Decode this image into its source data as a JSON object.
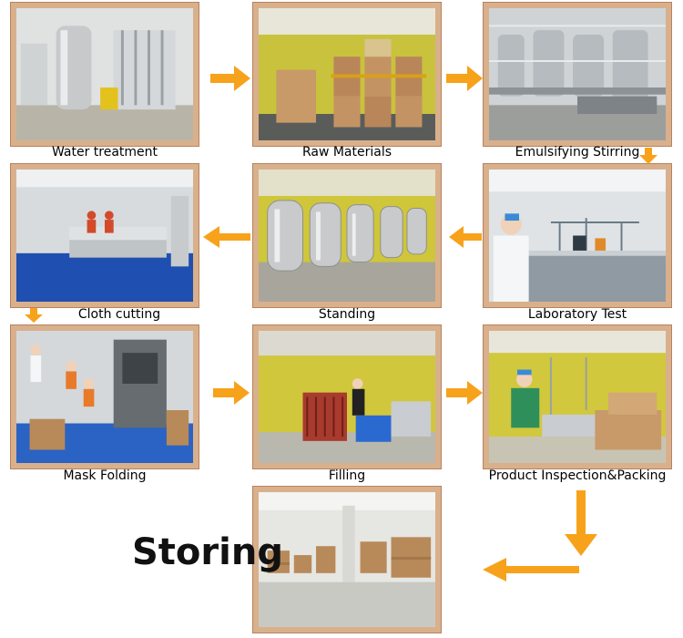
{
  "steps": {
    "water_treatment": "Water treatment",
    "raw_materials": "Raw Materials",
    "emulsifying_stirring": "Emulsifying Stirring",
    "cloth_cutting": "Cloth cutting",
    "standing": "Standing",
    "laboratory_test": "Laboratory Test",
    "mask_folding": "Mask Folding",
    "filling": "Filling",
    "product_inspection_packing": "Product Inspection&Packing",
    "storing": "Storing"
  },
  "colors": {
    "frame_border": "#d9b08c",
    "arrow": "#f7a21b"
  }
}
